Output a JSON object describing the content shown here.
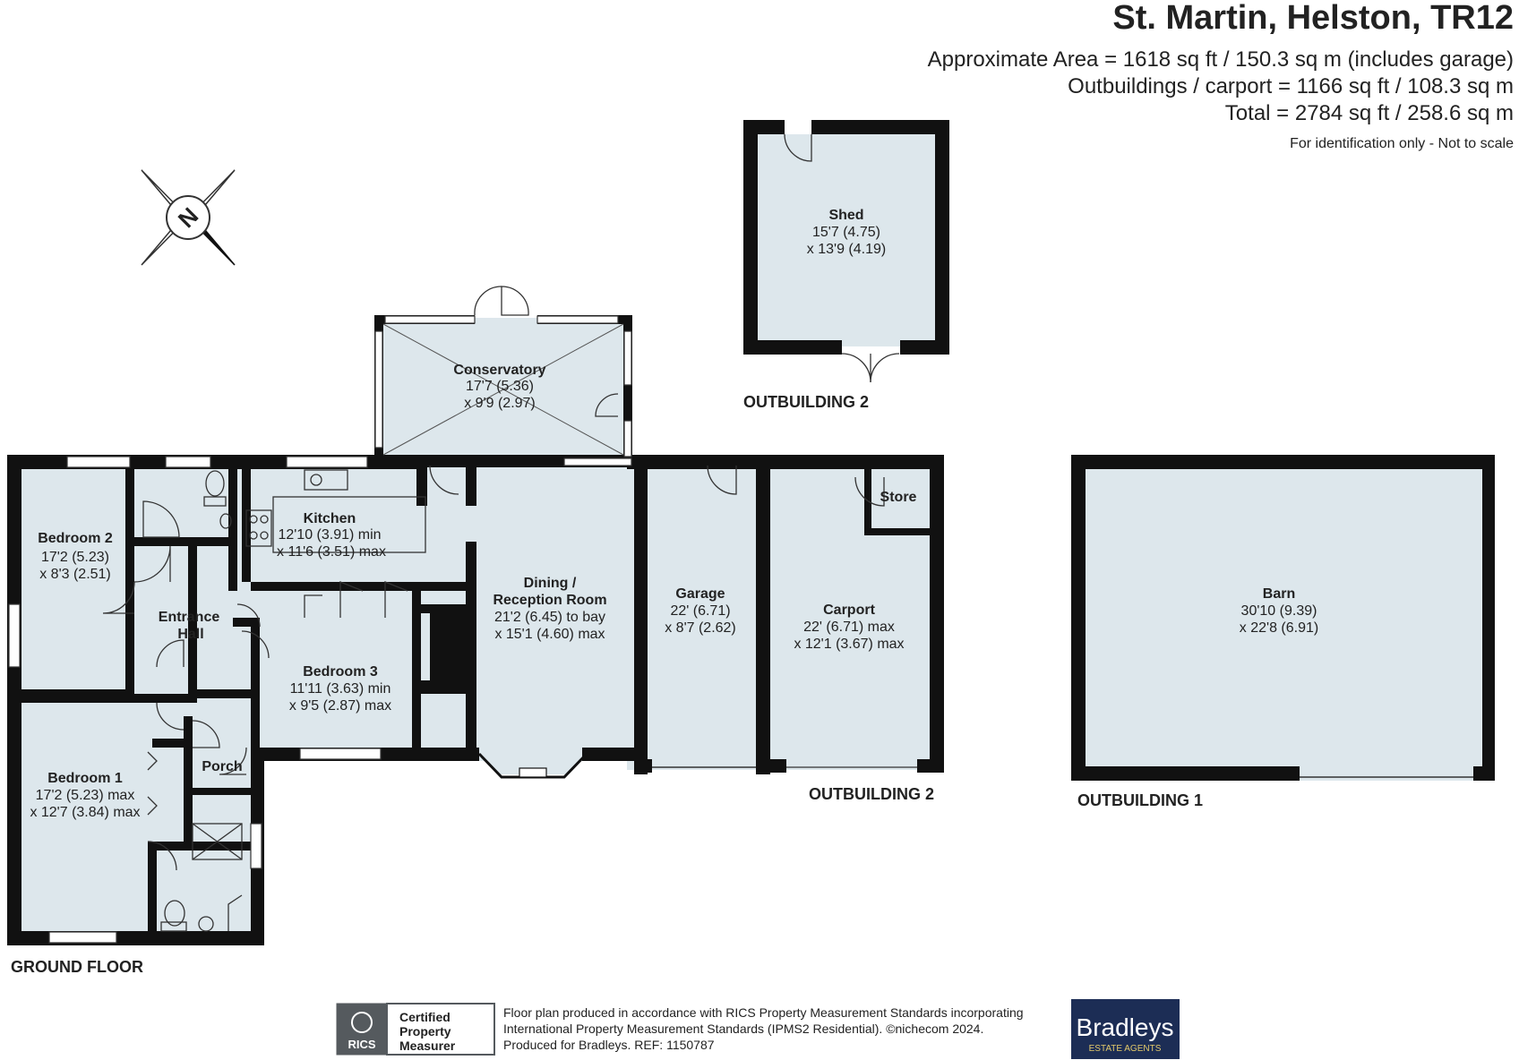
{
  "header": {
    "title": "St. Martin, Helston, TR12",
    "area_line": "Approximate Area = 1618 sq ft / 150.3 sq m (includes garage)",
    "outbuildings_line": "Outbuildings / carport = 1166 sq ft / 108.3 sq m",
    "total_line": "Total = 2784 sq ft / 258.6 sq m",
    "disclaimer": "For identification only - Not to scale"
  },
  "compass": {
    "label": "N"
  },
  "rooms": {
    "bedroom2": {
      "name": "Bedroom 2",
      "dim1": "17'2 (5.23)",
      "dim2": "x 8'3 (2.51)"
    },
    "kitchen": {
      "name": "Kitchen",
      "dim1": "12'10 (3.91) min",
      "dim2": "x 11'6 (3.51) max"
    },
    "conservatory": {
      "name": "Conservatory",
      "dim1": "17'7 (5.36)",
      "dim2": "x 9'9 (2.97)"
    },
    "entrance_hall": {
      "name1": "Entrance",
      "name2": "Hall"
    },
    "dining": {
      "name1": "Dining /",
      "name2": "Reception Room",
      "dim1": "21'2 (6.45) to bay",
      "dim2": "x 15'1 (4.60) max"
    },
    "bedroom3": {
      "name": "Bedroom 3",
      "dim1": "11'11 (3.63) min",
      "dim2": "x 9'5 (2.87) max"
    },
    "bedroom1": {
      "name": "Bedroom 1",
      "dim1": "17'2 (5.23) max",
      "dim2": "x 12'7 (3.84) max"
    },
    "porch": {
      "name": "Porch"
    },
    "garage": {
      "name": "Garage",
      "dim1": "22' (6.71)",
      "dim2": "x 8'7 (2.62)"
    },
    "carport": {
      "name": "Carport",
      "dim1": "22' (6.71) max",
      "dim2": "x 12'1 (3.67) max"
    },
    "store": {
      "name": "Store"
    },
    "shed": {
      "name": "Shed",
      "dim1": "15'7 (4.75)",
      "dim2": "x 13'9 (4.19)"
    },
    "barn": {
      "name": "Barn",
      "dim1": "30'10 (9.39)",
      "dim2": "x 22'8 (6.91)"
    }
  },
  "section_labels": {
    "ground_floor": "GROUND FLOOR",
    "outbuilding2_top": "OUTBUILDING 2",
    "outbuilding2_bottom": "OUTBUILDING 2",
    "outbuilding1": "OUTBUILDING 1"
  },
  "footer": {
    "rics_badge": "RICS",
    "certified_line1": "Certified",
    "certified_line2": "Property",
    "certified_line3": "Measurer",
    "notice_line1": "Floor plan produced in accordance with RICS Property Measurement Standards incorporating",
    "notice_line2": "International Property Measurement Standards (IPMS2 Residential).   ©nichecom 2024.",
    "notice_line3": "Produced for Bradleys.    REF:  1150787",
    "agent_name": "Bradleys",
    "agent_sub": "ESTATE AGENTS"
  },
  "colors": {
    "wall": "#111111",
    "floor": "#dde7ec",
    "text": "#222222",
    "window": "#ffffff",
    "logo_bg": "#1c2d55",
    "rics_bg": "#555a5e"
  }
}
